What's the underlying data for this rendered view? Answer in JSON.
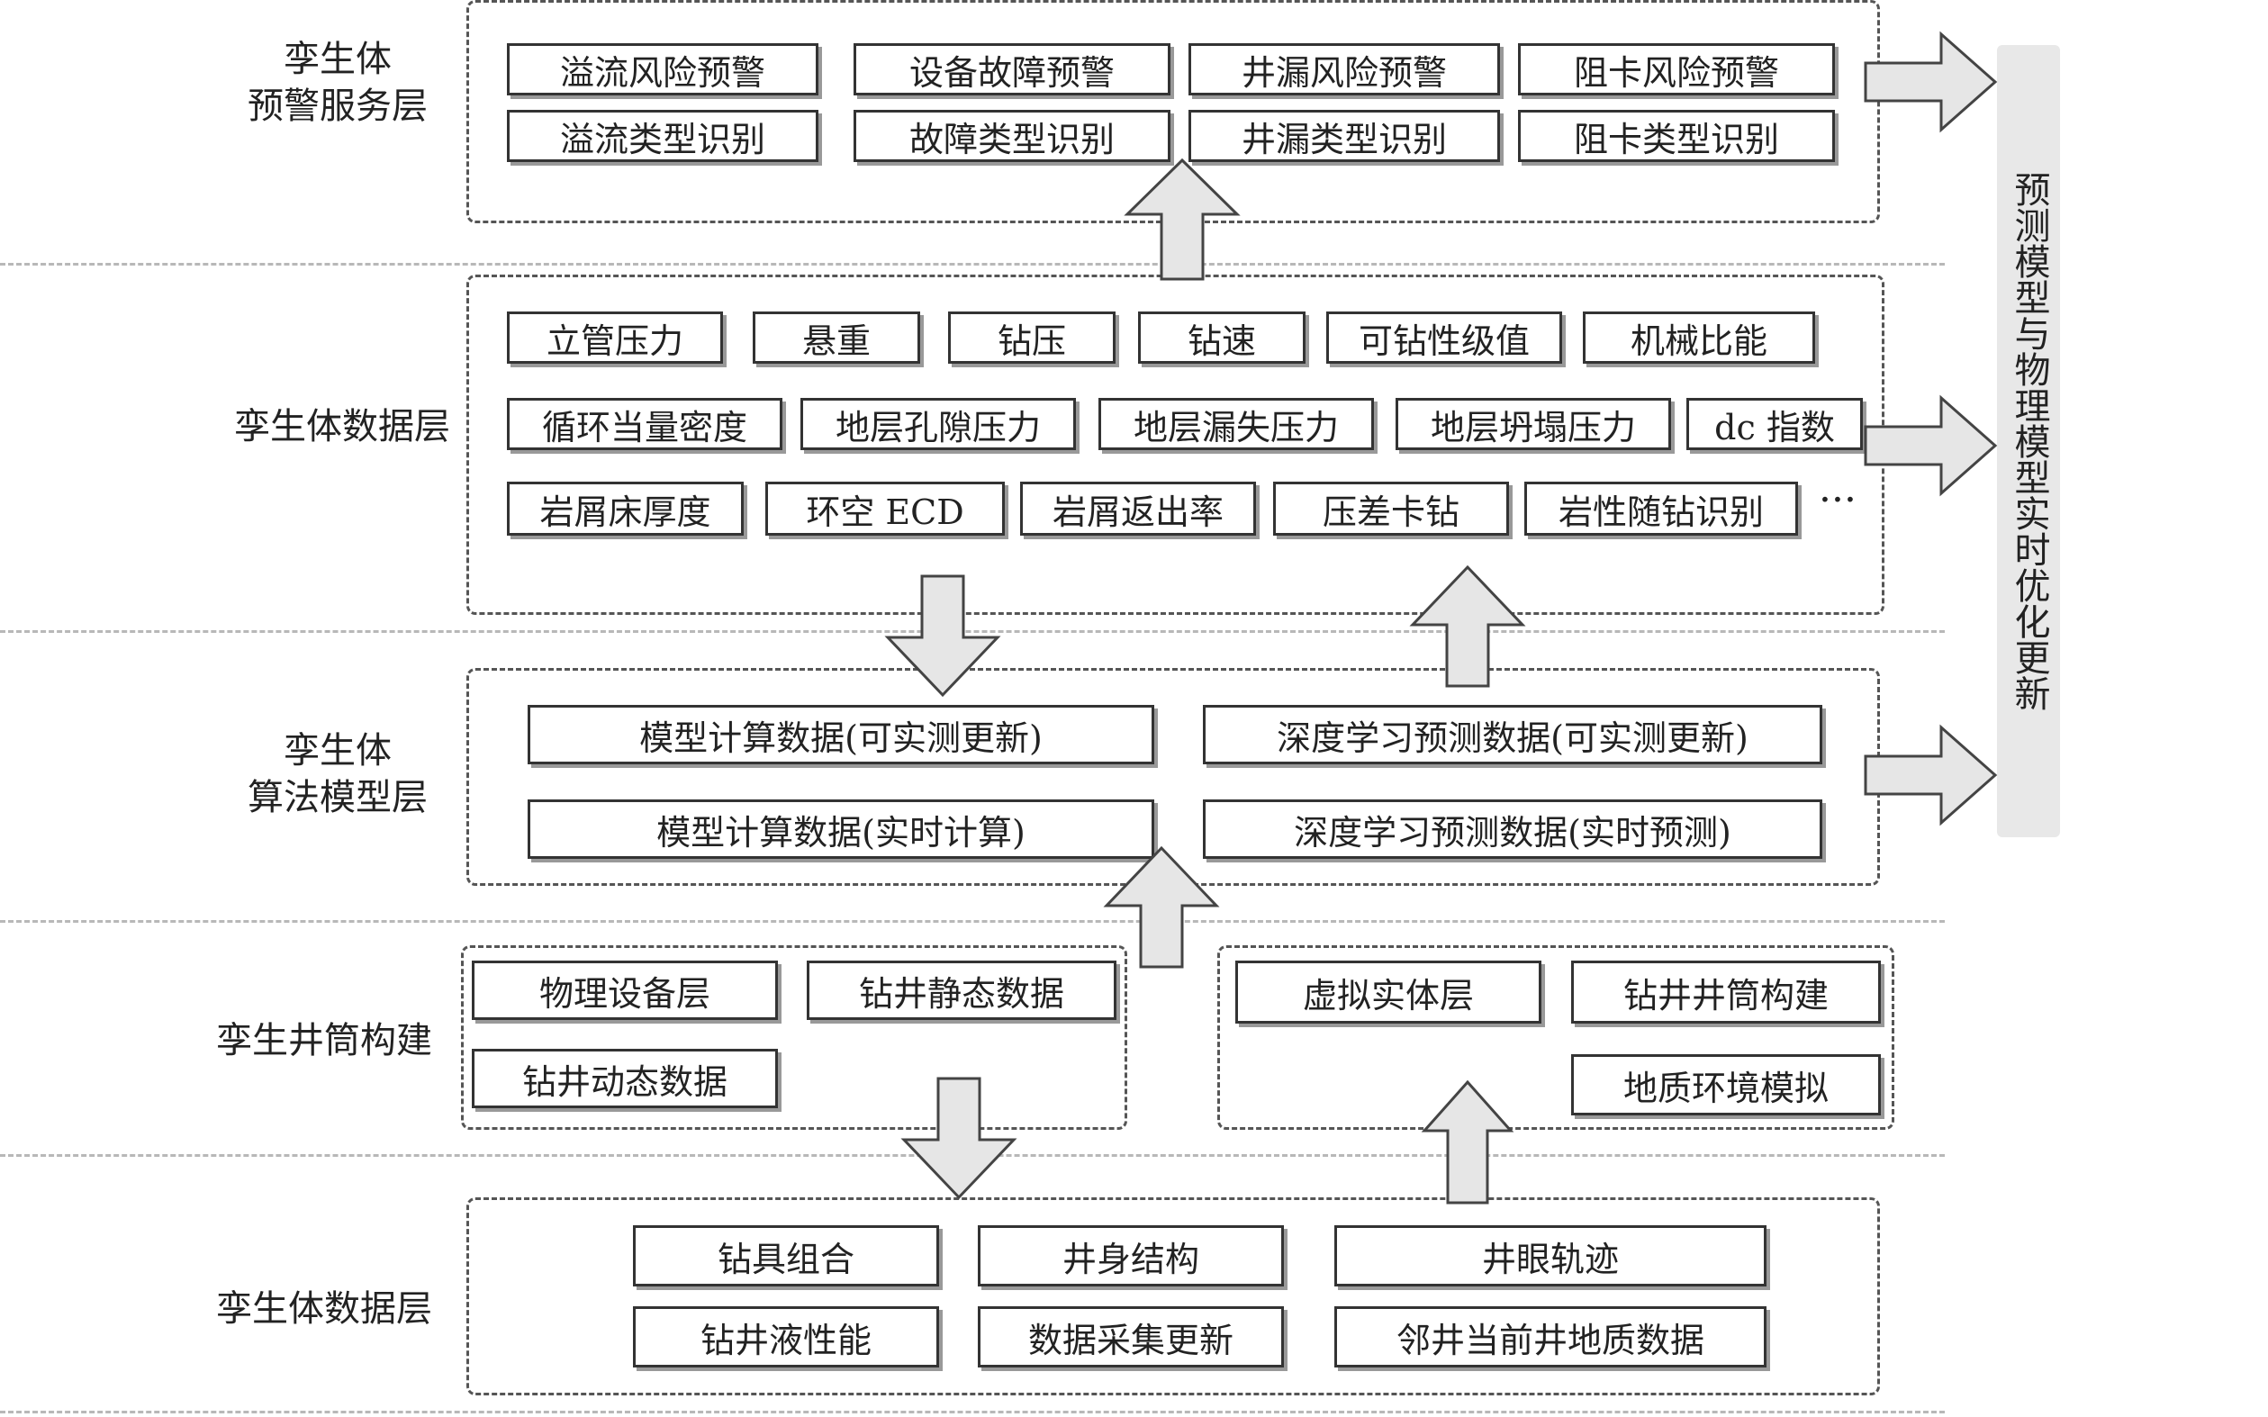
{
  "layers": [
    {
      "label_lines": [
        "孪生体",
        "预警服务层"
      ]
    },
    {
      "label_lines": [
        "孪生体数据层"
      ]
    },
    {
      "label_lines": [
        "孪生体",
        "算法模型层"
      ]
    },
    {
      "label_lines": [
        "孪生井筒构建"
      ]
    },
    {
      "label_lines": [
        "孪生体数据层"
      ]
    }
  ],
  "warning": {
    "row1": [
      "溢流风险预警",
      "设备故障预警",
      "井漏风险预警",
      "阻卡风险预警"
    ],
    "row2": [
      "溢流类型识别",
      "故障类型识别",
      "井漏类型识别",
      "阻卡类型识别"
    ]
  },
  "data_layer": {
    "row1": [
      "立管压力",
      "悬重",
      "钻压",
      "钻速",
      "可钻性级值",
      "机械比能"
    ],
    "row2": [
      "循环当量密度",
      "地层孔隙压力",
      "地层漏失压力",
      "地层坍塌压力",
      "dc 指数"
    ],
    "row3": [
      "岩屑床厚度",
      "环空 ECD",
      "岩屑返出率",
      "压差卡钻",
      "岩性随钻识别"
    ],
    "ellipsis": "···"
  },
  "algorithm": {
    "items": [
      "模型计算数据(可实测更新)",
      "深度学习预测数据(可实测更新)",
      "模型计算数据(实时计算)",
      "深度学习预测数据(实时预测)"
    ]
  },
  "wellbore": {
    "physical": [
      "物理设备层",
      "钻井静态数据",
      "钻井动态数据"
    ],
    "virtual": [
      "虚拟实体层",
      "钻井井筒构建",
      "地质环境模拟"
    ]
  },
  "base_data": {
    "row1": [
      "钻具组合",
      "井身结构",
      "井眼轨迹"
    ],
    "row2": [
      "钻井液性能",
      "数据采集更新",
      "邻井当前井地质数据"
    ]
  },
  "sidebar": {
    "text": "预测模型与物理模型实时优化更新"
  },
  "colors": {
    "arrow_fill": "#e6e6e6",
    "arrow_stroke": "#444444",
    "box_border": "#333333",
    "dashed": "#555555"
  }
}
